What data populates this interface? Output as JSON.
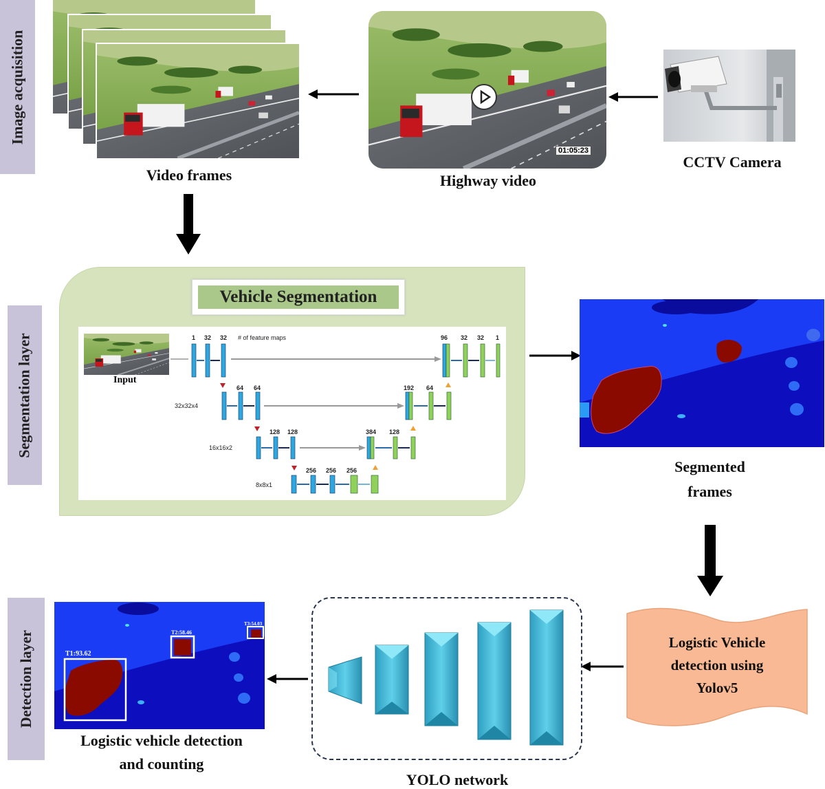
{
  "sections": {
    "acquisition": "Image acquisition",
    "segmentation": "Segmentation layer",
    "detection": "Detection layer"
  },
  "captions": {
    "video_frames": "Video frames",
    "highway_video": "Highway video",
    "cctv_camera": "CCTV Camera",
    "segmented_line1": "Segmented",
    "segmented_line2": "frames",
    "detection_line1": "Logistic vehicle detection",
    "detection_line2": "and counting",
    "yolo_network": "YOLO network"
  },
  "video": {
    "timestamp": "01:05:23"
  },
  "segmentation": {
    "title": "Vehicle Segmentation",
    "input_label": "Input",
    "feature_maps_label": "# of feature maps",
    "level_labels": [
      "32x32x4",
      "16x16x2",
      "8x8x1"
    ],
    "row1_left": [
      "1",
      "32",
      "32"
    ],
    "row1_right": [
      "96",
      "32",
      "32",
      "1"
    ],
    "row2_left": [
      "64",
      "64"
    ],
    "row2_right": [
      "192",
      "64"
    ],
    "row3_left": [
      "128",
      "128"
    ],
    "row3_right": [
      "384",
      "128"
    ],
    "row4": [
      "256",
      "256",
      "256"
    ]
  },
  "yolo_box": {
    "line1": "Logistic Vehicle",
    "line2": "detection using",
    "line3": "Yolov5"
  },
  "detections": [
    "T1:93.62",
    "T2:58.46",
    "T3:54.03"
  ],
  "colors": {
    "side_label_bg": "#c9c3d9",
    "segmentation_panel": "#d6e3bd",
    "title_fill": "#a9c88a",
    "seg_background": "#0d0fbf",
    "vehicle_mask": "#8b0a00",
    "yolo_box_fill": "#f9b994",
    "pyramid_blue": "#3ab3d0"
  }
}
